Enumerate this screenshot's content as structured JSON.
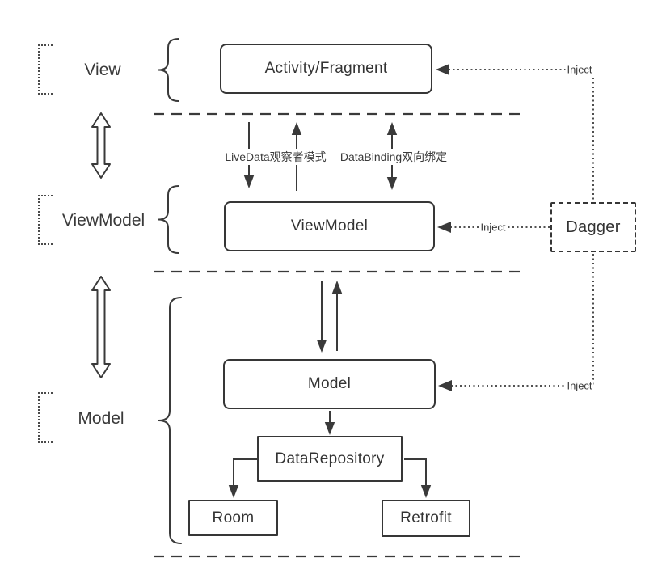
{
  "colors": {
    "line": "#3a3a3a",
    "text": "#333333",
    "background": "#ffffff"
  },
  "layers": [
    {
      "label": "View"
    },
    {
      "label": "ViewModel"
    },
    {
      "label": "Model"
    }
  ],
  "boxes": {
    "activity_fragment": "Activity/Fragment",
    "viewmodel": "ViewModel",
    "model": "Model",
    "dagger": "Dagger",
    "data_repository": "DataRepository",
    "room": "Room",
    "retrofit": "Retrofit"
  },
  "edge_labels": {
    "livedata": "LiveData观察者模式",
    "databinding": "DataBinding双向绑定",
    "inject": "Inject"
  }
}
